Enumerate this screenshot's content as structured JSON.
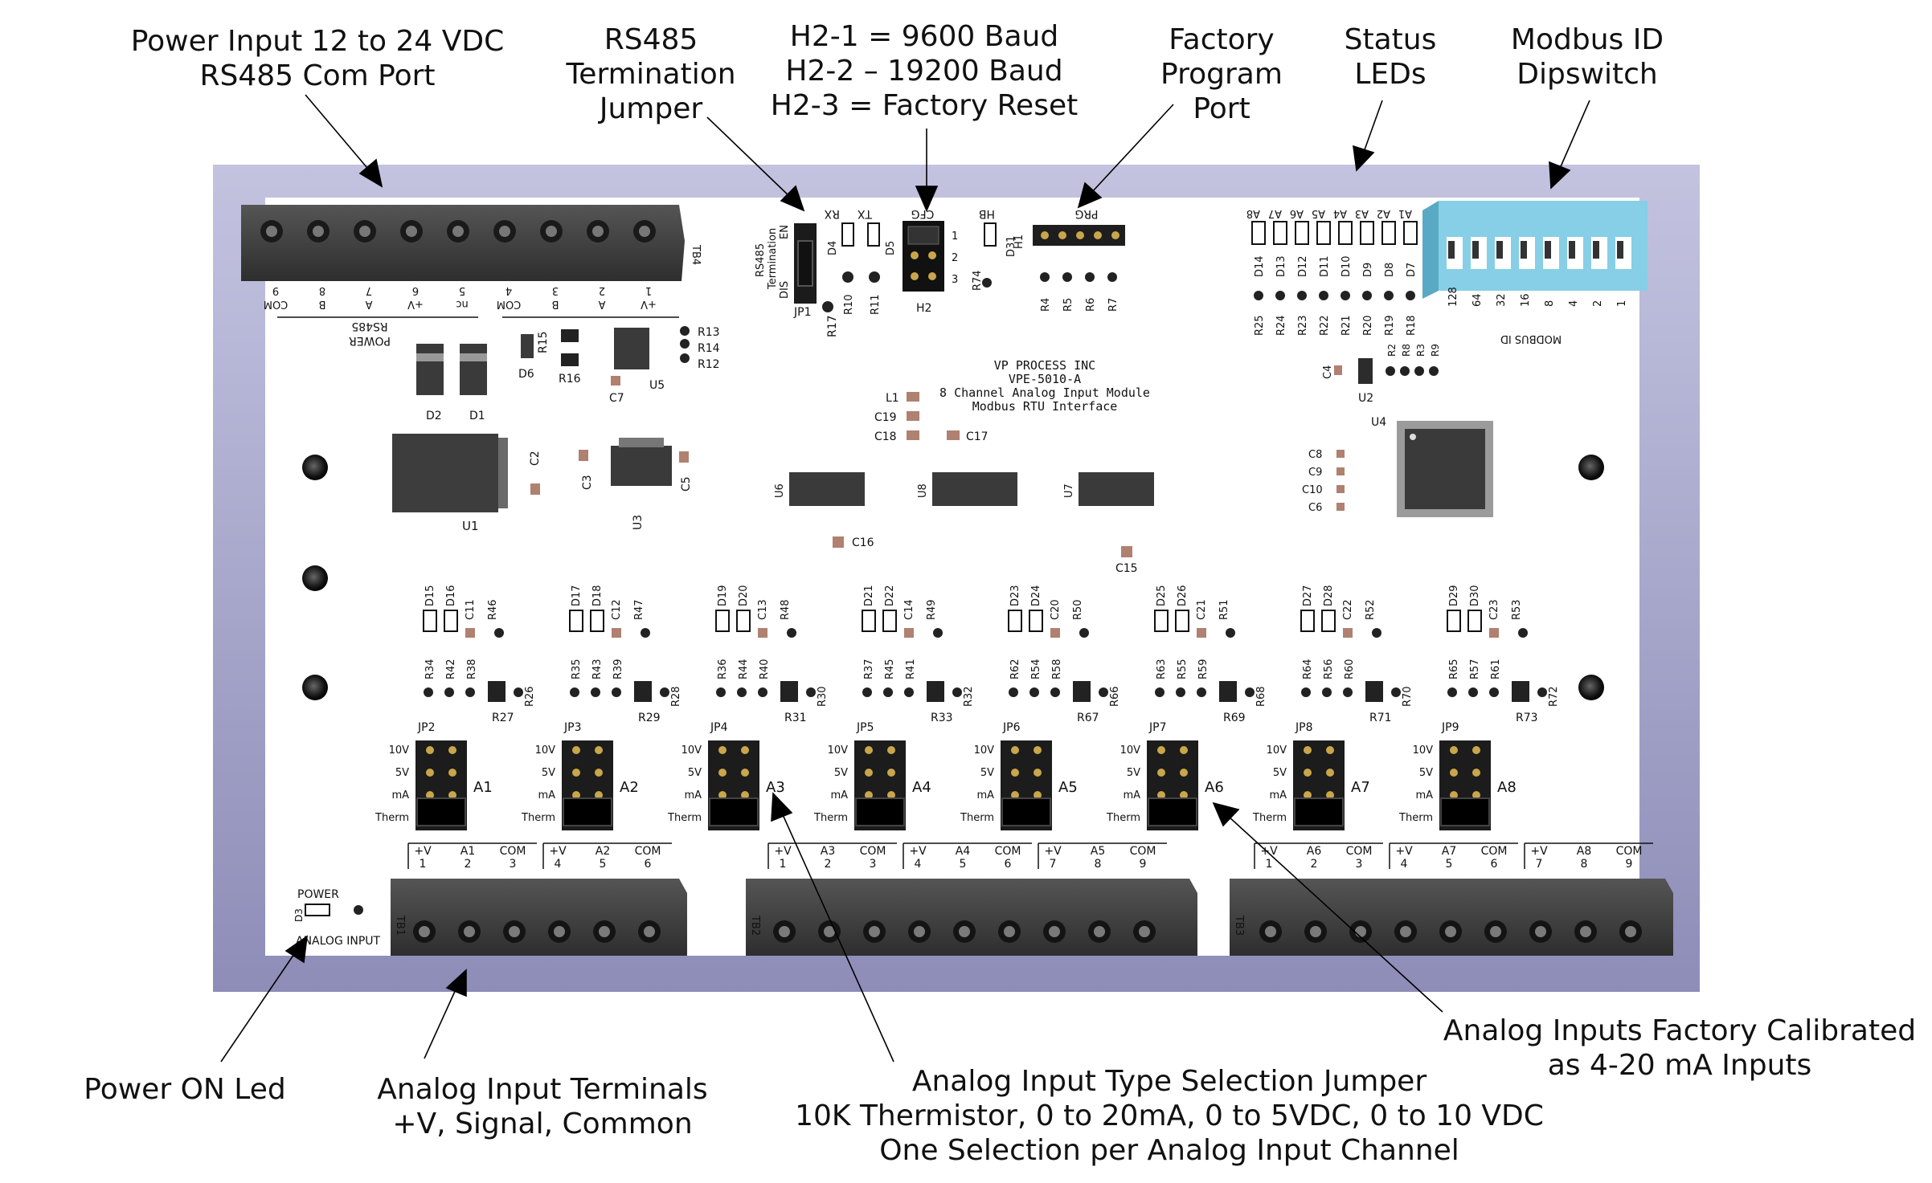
{
  "callouts": {
    "power_input": [
      "Power Input 12 to 24 VDC",
      "RS485 Com Port"
    ],
    "rs485_termination": [
      "RS485",
      "Termination",
      "Jumper"
    ],
    "baud": [
      "H2-1 = 9600 Baud",
      "H2-2 – 19200 Baud",
      "H2-3 = Factory Reset"
    ],
    "factory_program": [
      "Factory",
      "Program",
      "Port"
    ],
    "status_leds": [
      "Status",
      "LEDs"
    ],
    "modbus_id": [
      "Modbus ID",
      "Dipswitch"
    ],
    "power_led": [
      "Power ON Led"
    ],
    "analog_terminals": [
      "Analog Input Terminals",
      "+V, Signal, Common"
    ],
    "input_type": [
      "Analog Input Type Selection Jumper",
      "10K Thermistor, 0 to 20mA, 0 to 5VDC, 0 to 10 VDC",
      "One Selection per Analog Input Channel"
    ],
    "factory_calibrated": [
      "Analog Inputs Factory Calibrated",
      "as 4-20 mA Inputs"
    ]
  },
  "board": {
    "company": "VP PROCESS INC",
    "model": "VPE-5010-A",
    "description": "8 Channel Analog Input Module",
    "interface": "Modbus RTU Interface",
    "tb4_label": "TB4",
    "tb4_pins": [
      {
        "num": "9",
        "name": "COM"
      },
      {
        "num": "8",
        "name": "B"
      },
      {
        "num": "7",
        "name": "A"
      },
      {
        "num": "6",
        "name": "+V"
      },
      {
        "num": "5",
        "name": "nc"
      },
      {
        "num": "4",
        "name": "COM"
      },
      {
        "num": "3",
        "name": "B"
      },
      {
        "num": "2",
        "name": "A"
      },
      {
        "num": "1",
        "name": "+V"
      }
    ],
    "tb4_group_rs485": "RS485",
    "tb4_group_power": "POWER",
    "jp1": {
      "label": "JP1",
      "side_top": "RS485",
      "side_mid": "Termination",
      "en": "EN",
      "dis": "DIS"
    },
    "cfg_label": "CFG",
    "h2_label": "H2",
    "h2_pins": [
      "1",
      "2",
      "3"
    ],
    "prg_label": "PRG",
    "h1_label": "H1",
    "hb_label": "HB",
    "rx_label": "RX",
    "tx_label": "TX",
    "status_led_tops": [
      "A8",
      "A7",
      "A6",
      "A5",
      "A4",
      "A3",
      "A2",
      "A1"
    ],
    "status_led_refs": [
      "D14",
      "D13",
      "D12",
      "D11",
      "D10",
      "D9",
      "D8",
      "D7"
    ],
    "status_res_refs": [
      "R25",
      "R24",
      "R23",
      "R22",
      "R21",
      "R20",
      "R19",
      "R18"
    ],
    "dip_values": [
      "128",
      "64",
      "32",
      "16",
      "8",
      "4",
      "2",
      "1"
    ],
    "dip_caption": "MODBUS ID",
    "ic_labels": {
      "u1": "U1",
      "u2": "U2",
      "u3": "U3",
      "u4": "U4",
      "u5": "U5",
      "u6": "U6",
      "u7": "U7",
      "u8": "U8"
    },
    "jp_labels": [
      "JP2",
      "JP3",
      "JP4",
      "JP5",
      "JP6",
      "JP7",
      "JP8",
      "JP9"
    ],
    "channel_labels": [
      "A1",
      "A2",
      "A3",
      "A4",
      "A5",
      "A6",
      "A7",
      "A8"
    ],
    "jumper_options": [
      "10V",
      "5V",
      "mA",
      "Therm"
    ],
    "tb1_label": "TB1",
    "tb2_label": "TB2",
    "tb3_label": "TB3",
    "analog_input_label": "ANALOG INPUT",
    "power_label": "POWER",
    "power_led_ref": "D3",
    "tb_terminals": [
      [
        {
          "top": "+V",
          "num": "1"
        },
        {
          "top": "A1",
          "num": "2"
        },
        {
          "top": "COM",
          "num": "3"
        },
        {
          "top": "+V",
          "num": "4"
        },
        {
          "top": "A2",
          "num": "5"
        },
        {
          "top": "COM",
          "num": "6"
        }
      ],
      [
        {
          "top": "+V",
          "num": "1"
        },
        {
          "top": "A3",
          "num": "2"
        },
        {
          "top": "COM",
          "num": "3"
        },
        {
          "top": "+V",
          "num": "4"
        },
        {
          "top": "A4",
          "num": "5"
        },
        {
          "top": "COM",
          "num": "6"
        },
        {
          "top": "+V",
          "num": "7"
        },
        {
          "top": "A5",
          "num": "8"
        },
        {
          "top": "COM",
          "num": "9"
        }
      ],
      [
        {
          "top": "+V",
          "num": "1"
        },
        {
          "top": "A6",
          "num": "2"
        },
        {
          "top": "COM",
          "num": "3"
        },
        {
          "top": "+V",
          "num": "4"
        },
        {
          "top": "A7",
          "num": "5"
        },
        {
          "top": "COM",
          "num": "6"
        },
        {
          "top": "+V",
          "num": "7"
        },
        {
          "top": "A8",
          "num": "8"
        },
        {
          "top": "COM",
          "num": "9"
        }
      ]
    ],
    "channels": [
      {
        "d": [
          "D15",
          "D16"
        ],
        "c": "C11",
        "r": [
          "R46",
          "R34",
          "R42",
          "R38",
          "R27",
          "R26"
        ]
      },
      {
        "d": [
          "D17",
          "D18"
        ],
        "c": "C12",
        "r": [
          "R47",
          "R35",
          "R43",
          "R39",
          "R29",
          "R28"
        ]
      },
      {
        "d": [
          "D19",
          "D20"
        ],
        "c": "C13",
        "r": [
          "R48",
          "R36",
          "R44",
          "R40",
          "R31",
          "R30"
        ]
      },
      {
        "d": [
          "D21",
          "D22"
        ],
        "c": "C14",
        "r": [
          "R49",
          "R37",
          "R45",
          "R41",
          "R33",
          "R32"
        ]
      },
      {
        "d": [
          "D23",
          "D24"
        ],
        "c": "C20",
        "r": [
          "R50",
          "R62",
          "R54",
          "R58",
          "R67",
          "R66"
        ]
      },
      {
        "d": [
          "D25",
          "D26"
        ],
        "c": "C21",
        "r": [
          "R51",
          "R63",
          "R55",
          "R59",
          "R69",
          "R68"
        ]
      },
      {
        "d": [
          "D27",
          "D28"
        ],
        "c": "C22",
        "r": [
          "R52",
          "R64",
          "R56",
          "R60",
          "R71",
          "R70"
        ]
      },
      {
        "d": [
          "D29",
          "D30"
        ],
        "c": "C23",
        "r": [
          "R53",
          "R65",
          "R57",
          "R61",
          "R73",
          "R72"
        ]
      }
    ],
    "misc_refs": {
      "d1": "D1",
      "d2": "D2",
      "d4": "D4",
      "d5": "D5",
      "d6": "D6",
      "d31": "D31",
      "c2": "C2",
      "c3": "C3",
      "c4": "C4",
      "c5": "C5",
      "c6": "C6",
      "c7": "C7",
      "c8": "C8",
      "c9": "C9",
      "c10": "C10",
      "c15": "C15",
      "c16": "C16",
      "c17": "C17",
      "c18": "C18",
      "c19": "C19",
      "l1": "L1",
      "r2": "R2",
      "r3": "R3",
      "r4": "R4",
      "r5": "R5",
      "r6": "R6",
      "r7": "R7",
      "r8": "R8",
      "r9": "R9",
      "r10": "R10",
      "r11": "R11",
      "r12": "R12",
      "r13": "R13",
      "r14": "R14",
      "r15": "R15",
      "r16": "R16",
      "r17": "R17",
      "r74": "R74"
    }
  },
  "colors": {
    "board_frame": "#9e9ec8",
    "board_body": "#ffffff",
    "connector": "#3c3c3c",
    "dip_body": "#86cfe6",
    "ic": "#3a3a3a"
  }
}
